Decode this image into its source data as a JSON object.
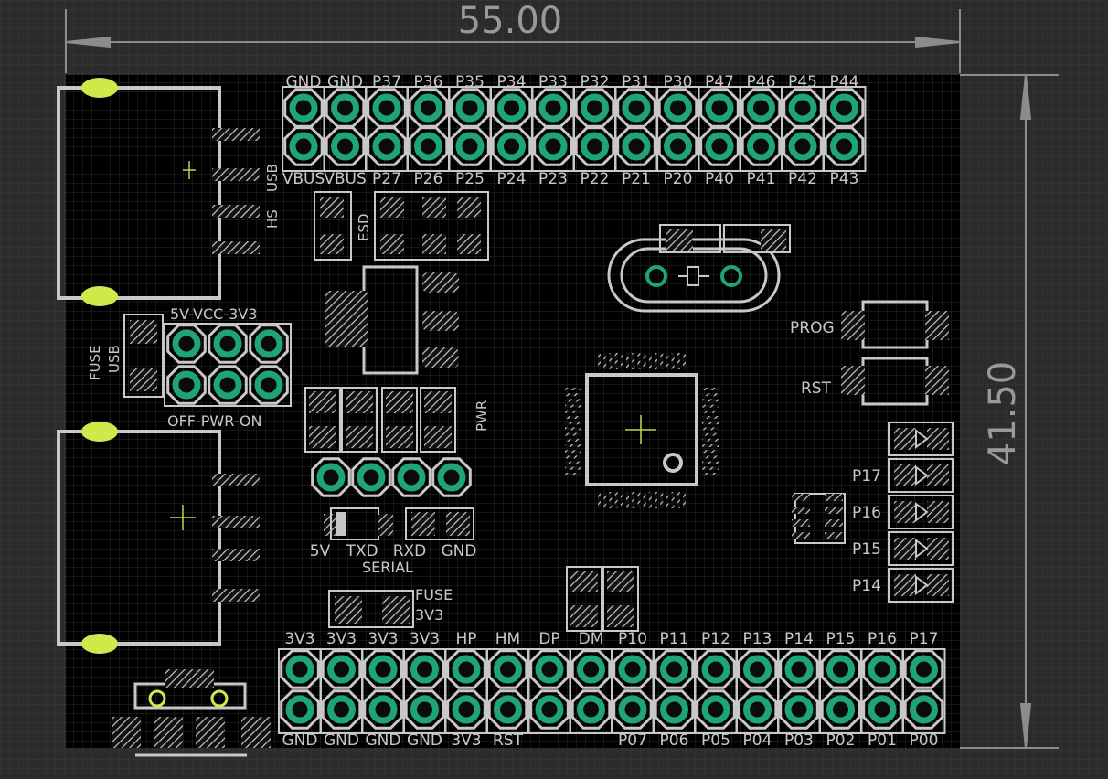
{
  "dimensions": {
    "width_label": "55.00",
    "height_label": "41.50"
  },
  "colors": {
    "background": "#2b2b2b",
    "grid": "#3a3a3a",
    "board": "#000000",
    "silk": "#c8c8c8",
    "pad": "#1fa37a",
    "pad_hole": "#0b0b0b",
    "dim_line": "#8c8c8c",
    "usb_pad": "#cfe84a",
    "ref": "#b7d94b"
  },
  "top_header": {
    "top_labels": [
      "GND",
      "GND",
      "P37",
      "P36",
      "P35",
      "P34",
      "P33",
      "P32",
      "P31",
      "P30",
      "P47",
      "P46",
      "P45",
      "P44"
    ],
    "bottom_labels": [
      "VBUS",
      "VBUS",
      "P27",
      "P26",
      "P25",
      "P24",
      "P23",
      "P22",
      "P21",
      "P20",
      "P40",
      "P41",
      "P42",
      "P43"
    ]
  },
  "bottom_header": {
    "top_labels": [
      "3V3",
      "3V3",
      "3V3",
      "3V3",
      "HP",
      "HM",
      "DP",
      "DM",
      "P10",
      "P11",
      "P12",
      "P13",
      "P14",
      "P15",
      "P16",
      "P17"
    ],
    "bottom_labels": [
      "GND",
      "GND",
      "GND",
      "GND",
      "3V3",
      "RST",
      "",
      "",
      "P07",
      "P06",
      "P05",
      "P04",
      "P03",
      "P02",
      "P01",
      "P00"
    ]
  },
  "labels": {
    "usb_hs": "HS",
    "usb_word": "USB",
    "esd": "ESD",
    "power_select": "5V-VCC-3V3",
    "power_switch": "OFF-PWR-ON",
    "fuse_usb_1": "FUSE",
    "fuse_usb_2": "USB",
    "pwr": "PWR",
    "serial": "SERIAL",
    "serial_pins": [
      "5V",
      "TXD",
      "RXD",
      "GND"
    ],
    "fuse_3v3_1": "FUSE",
    "fuse_3v3_2": "3V3",
    "prog": "PROG",
    "rst": "RST",
    "led_labels": [
      "P17",
      "P16",
      "P15",
      "P14"
    ]
  }
}
